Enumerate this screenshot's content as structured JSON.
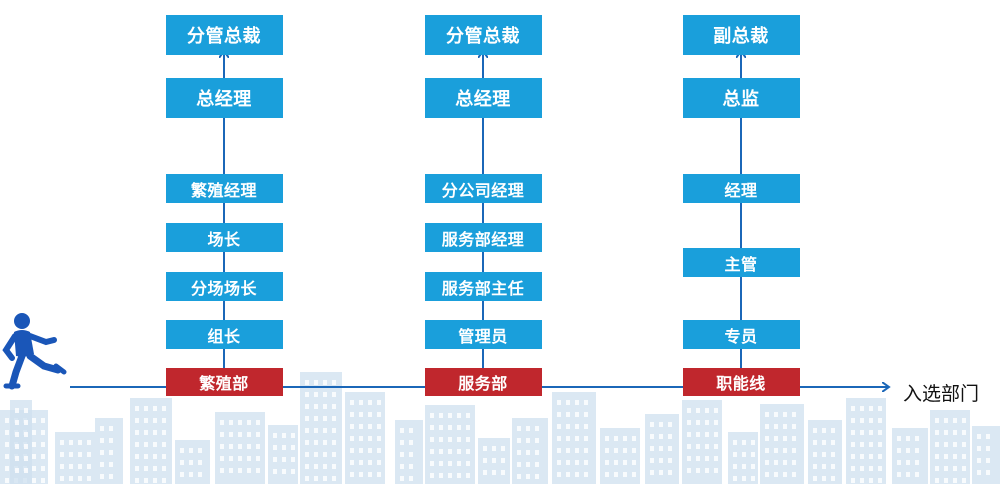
{
  "colors": {
    "box": "#1a9fdb",
    "dept": "#c0272d",
    "line": "#1b67b8",
    "runner": "#1a56b8",
    "skyline": "#cfe0ef"
  },
  "columns": [
    {
      "dept": "繁殖部",
      "ranks": [
        "组长",
        "分场场长",
        "场长",
        "繁殖经理"
      ],
      "upper": [
        "总经理",
        "分管总裁"
      ]
    },
    {
      "dept": "服务部",
      "ranks": [
        "管理员",
        "服务部主任",
        "服务部经理",
        "分公司经理"
      ],
      "upper": [
        "总经理",
        "分管总裁"
      ]
    },
    {
      "dept": "职能线",
      "ranks": [
        "专员",
        "主管",
        "经理"
      ],
      "upper": [
        "总监",
        "副总裁"
      ]
    }
  ],
  "axis": {
    "label": "入选部门"
  },
  "icons": {
    "runner": "runner-icon",
    "skyline": "city-skyline-icon"
  }
}
